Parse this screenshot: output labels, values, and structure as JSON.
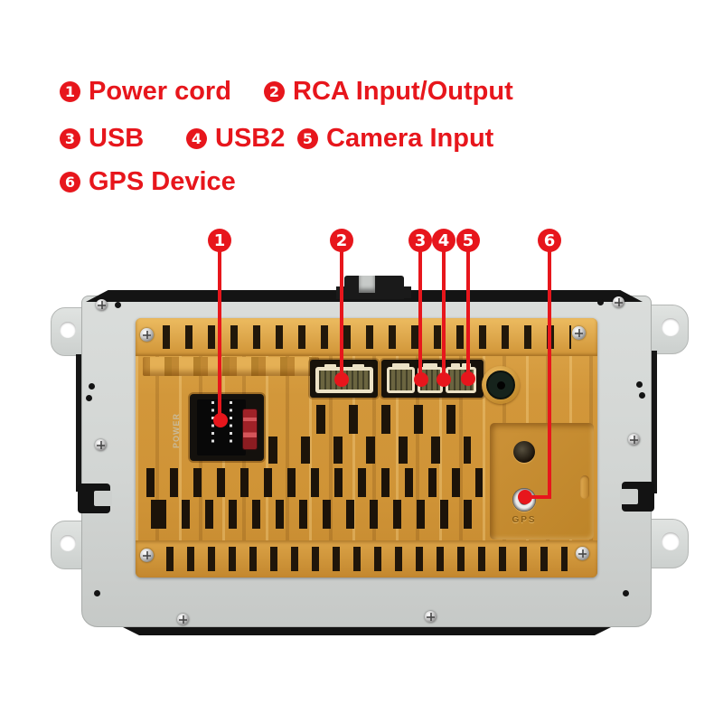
{
  "legend": {
    "items": [
      {
        "num": "1",
        "label": "Power cord"
      },
      {
        "num": "2",
        "label": "RCA Input/Output"
      },
      {
        "num": "3",
        "label": "USB"
      },
      {
        "num": "4",
        "label": "USB2"
      },
      {
        "num": "5",
        "label": "Camera Input"
      },
      {
        "num": "6",
        "label": "GPS Device"
      }
    ]
  },
  "device": {
    "port_labels": {
      "power": "POWER",
      "gps": "GPS"
    }
  },
  "colors": {
    "accent_red": "#e7161c",
    "gold_panel": "#d2973a",
    "plate_gray": "#d2d5d3",
    "black_trim": "#141414"
  }
}
